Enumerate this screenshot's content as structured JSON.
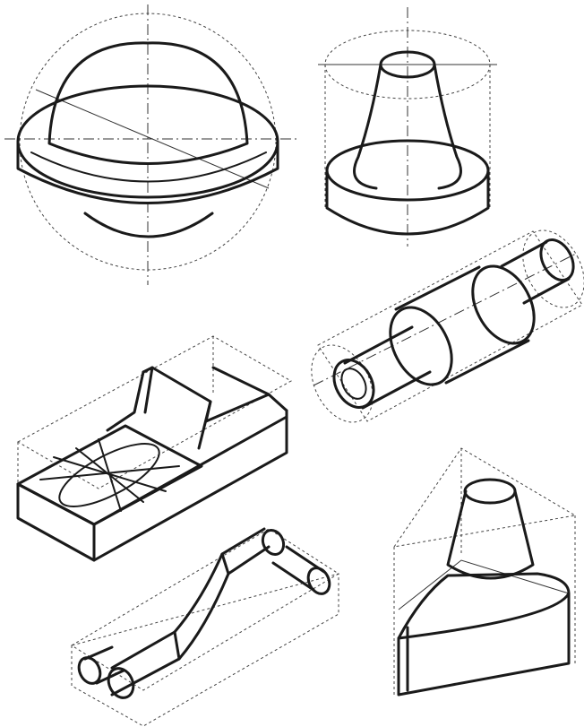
{
  "figure": {
    "background": "#ffffff",
    "ink": "#1a1a1a",
    "objects": [
      "sphere-with-flange",
      "tapered-boss-on-disc",
      "stepped-shaft",
      "rectangular-block-with-pocket",
      "crank-arm-link",
      "cone-on-triangular-prism"
    ]
  }
}
